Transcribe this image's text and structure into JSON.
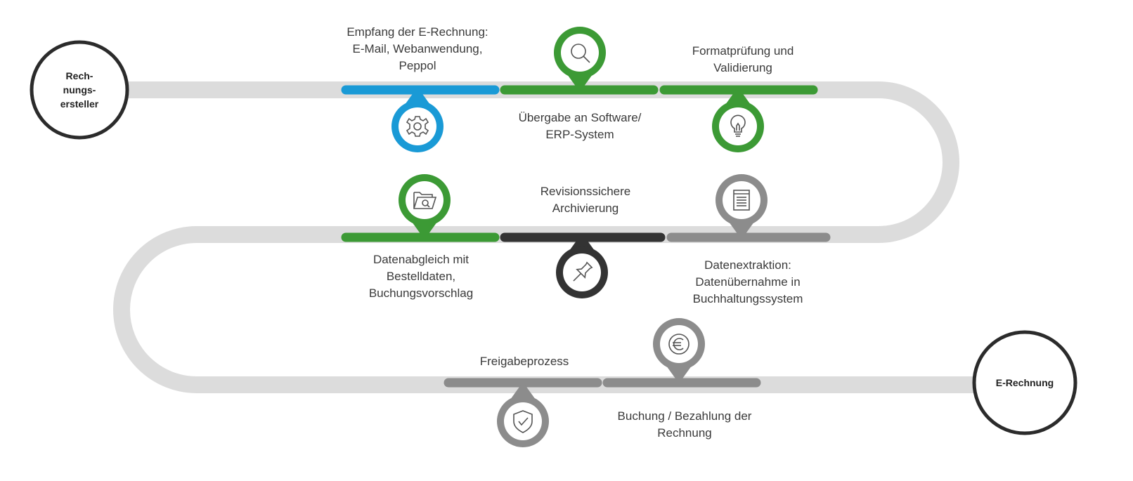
{
  "start": {
    "label_lines": [
      "Rech-",
      "nungs-",
      "ersteller"
    ]
  },
  "end": {
    "label_lines": [
      "E-Rechnung"
    ]
  },
  "steps": [
    {
      "id": "empfang",
      "label_lines": [
        "Empfang der E-Rechnung:",
        "E-Mail, Webanwendung,",
        "Peppol"
      ],
      "color": "#1a9ad6",
      "icon": "gear-icon"
    },
    {
      "id": "uebergabe",
      "label_lines": [
        "Übergabe an Software/",
        "ERP-System"
      ],
      "color": "#3c9a35",
      "icon": "search-icon"
    },
    {
      "id": "formatpruefung",
      "label_lines": [
        "Formatprüfung und",
        "Validierung"
      ],
      "color": "#3c9a35",
      "icon": "lightbulb-icon"
    },
    {
      "id": "datenextraktion",
      "label_lines": [
        "Datenextraktion:",
        "Datenübernahme in",
        "Buchhaltungssystem"
      ],
      "color": "#8c8c8c",
      "icon": "document-icon"
    },
    {
      "id": "archivierung",
      "label_lines": [
        "Revisionssichere",
        "Archivierung"
      ],
      "color": "#333333",
      "icon": "pushpin-icon"
    },
    {
      "id": "datenabgleich",
      "label_lines": [
        "Datenabgleich mit",
        "Bestelldaten,",
        "Buchungsvorschlag"
      ],
      "color": "#3c9a35",
      "icon": "folder-search-icon"
    },
    {
      "id": "freigabe",
      "label_lines": [
        "Freigabeprozess"
      ],
      "color": "#8c8c8c",
      "icon": "shield-check-icon"
    },
    {
      "id": "buchung",
      "label_lines": [
        "Buchung / Bezahlung der",
        "Rechnung"
      ],
      "color": "#8c8c8c",
      "icon": "euro-icon"
    }
  ],
  "colors": {
    "road": "#dcdcdc",
    "circle_stroke": "#2b2b2b",
    "blue": "#1a9ad6",
    "green": "#3c9a35",
    "gray": "#8c8c8c",
    "dark": "#333333"
  }
}
